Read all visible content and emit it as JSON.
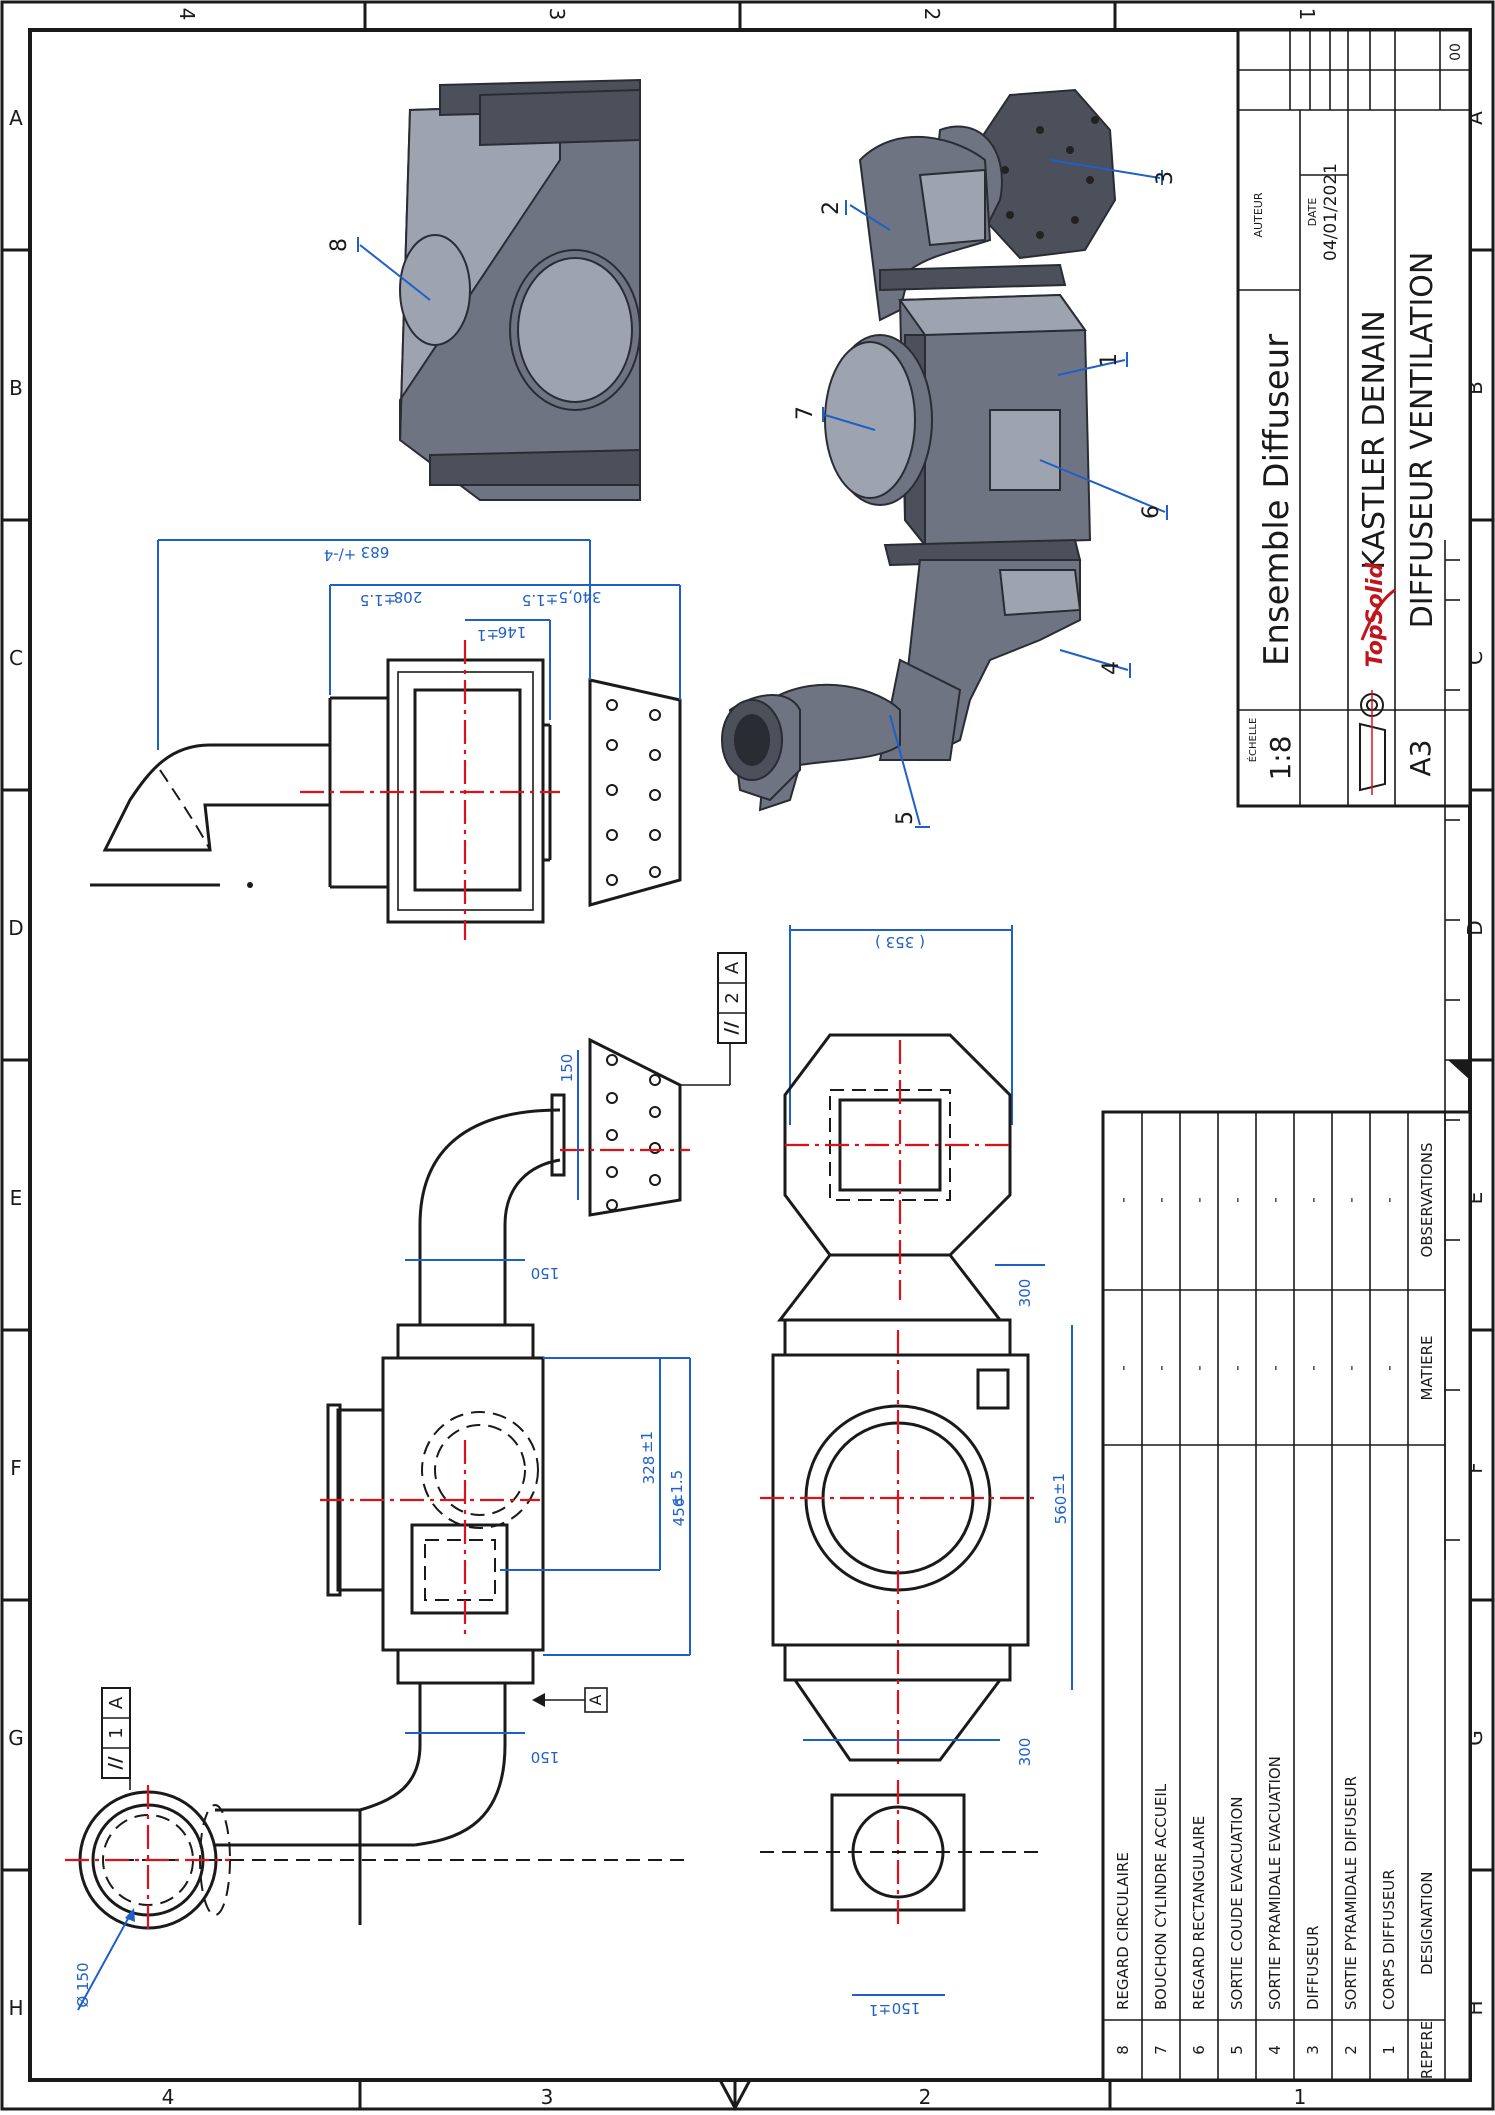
{
  "frame": {
    "top_zones": [
      "4",
      "3",
      "2",
      "1"
    ],
    "bottom_zones": [
      "4",
      "3",
      "2",
      "1"
    ],
    "left_zones": [
      "A",
      "B",
      "C",
      "D",
      "E",
      "F",
      "G",
      "H"
    ],
    "right_zones": [
      "A",
      "B",
      "C",
      "D",
      "E",
      "F",
      "G",
      "H"
    ]
  },
  "title_block": {
    "title": "Ensemble Diffuseur",
    "company": "KASTLER DENAIN",
    "project": "DIFFUSEUR VENTILATION",
    "logo_text": "TopSolid",
    "scale_label": "ÉCHELLE",
    "scale": "1:8",
    "format": "A3",
    "author_label": "AUTEUR",
    "author": "",
    "date_label": "DATE",
    "date": "04/01/2021",
    "revision": "00"
  },
  "bom": {
    "headers": {
      "ref": "REPERE",
      "designation": "DESIGNATION",
      "material": "MATIERE",
      "observations": "OBSERVATIONS"
    },
    "rows": [
      {
        "ref": "8",
        "designation": "REGARD CIRCULAIRE",
        "material": "-",
        "observations": "-"
      },
      {
        "ref": "7",
        "designation": "BOUCHON CYLINDRE ACCUEIL",
        "material": "-",
        "observations": "-"
      },
      {
        "ref": "6",
        "designation": "REGARD RECTANGULAIRE",
        "material": "-",
        "observations": "-"
      },
      {
        "ref": "5",
        "designation": "SORTIE COUDE EVACUATION",
        "material": "-",
        "observations": "-"
      },
      {
        "ref": "4",
        "designation": "SORTIE PYRAMIDALE EVACUATION",
        "material": "-",
        "observations": "-"
      },
      {
        "ref": "3",
        "designation": "DIFFUSEUR",
        "material": "-",
        "observations": "-"
      },
      {
        "ref": "2",
        "designation": "SORTIE PYRAMIDALE DIFUSEUR",
        "material": "-",
        "observations": "-"
      },
      {
        "ref": "1",
        "designation": "CORPS DIFFUSEUR",
        "material": "-",
        "observations": "-"
      }
    ]
  },
  "dimensions": {
    "d683": "683",
    "d683_tol": "+/-4",
    "d208": "208",
    "d208_tol": "±1.5",
    "d340": "340,5",
    "d340_tol": "±1.5",
    "d146": "146",
    "d146_tol": "±1",
    "d353": "( 353 )",
    "d150_flange": "150",
    "d150_top": "150",
    "d150_bottom": "150",
    "d328": "328",
    "d328_tol": "±1",
    "d456": "456",
    "d456_tol": "±1.5",
    "d560": "560",
    "d560_tol": "±1",
    "d300_top": "300",
    "d300_bottom": "300",
    "d150_right": "150",
    "d150_right_tol": "±1",
    "diameter": "Ø 150"
  },
  "tolerances": [
    {
      "symbol": "//",
      "value": "2",
      "datum": "A"
    },
    {
      "symbol": "//",
      "value": "1",
      "datum": "A"
    }
  ],
  "datum": "A",
  "balloons": [
    "1",
    "2",
    "3",
    "4",
    "5",
    "6",
    "7",
    "8"
  ]
}
